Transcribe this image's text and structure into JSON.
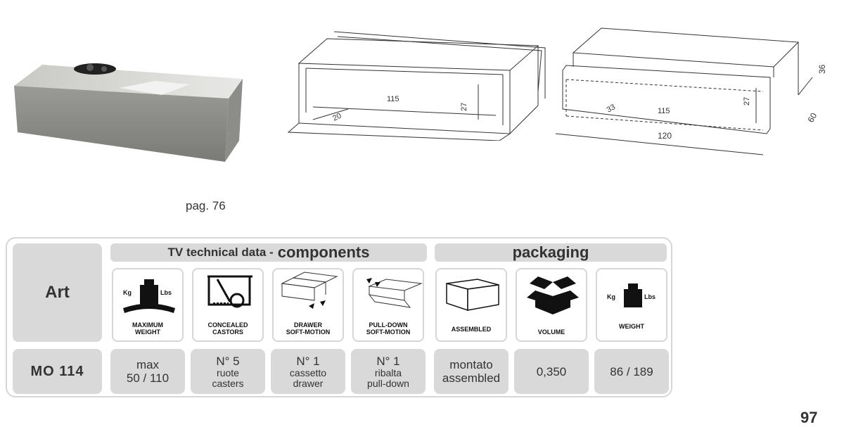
{
  "page_ref": "pag. 76",
  "page_number": "97",
  "dimensions": {
    "left": {
      "width": "115",
      "height": "27",
      "depth": "20"
    },
    "right": {
      "width": "115",
      "height": "27",
      "depth": "33",
      "total_width": "120",
      "total_height": "36",
      "total_depth": "60"
    }
  },
  "table": {
    "art_label": "Art",
    "code": "MO 114",
    "header_components_prefix": "TV technical data - ",
    "header_components": "components",
    "header_packaging": "packaging",
    "icons": [
      {
        "name": "max-weight",
        "line1": "MAXIMUM",
        "line2": "WEIGHT",
        "kg": "Kg",
        "lbs": "Lbs"
      },
      {
        "name": "concealed-castors",
        "line1": "CONCEALED",
        "line2": "CASTORS"
      },
      {
        "name": "drawer-soft-motion",
        "line1": "DRAWER",
        "line2": "SOFT-MOTION"
      },
      {
        "name": "pull-down-soft-motion",
        "line1": "PULL-DOWN",
        "line2": "SOFT-MOTION"
      },
      {
        "name": "assembled",
        "line1": "ASSEMBLED"
      },
      {
        "name": "volume",
        "line1": "VOLUME"
      },
      {
        "name": "weight",
        "line1": "WEIGHT",
        "kg": "Kg",
        "lbs": "Lbs"
      }
    ],
    "values": [
      {
        "line1": "max",
        "line2": "50 / 110"
      },
      {
        "line1": "N° 5",
        "line2": "ruote",
        "line3": "casters"
      },
      {
        "line1": "N° 1",
        "line2": "cassetto",
        "line3": "drawer"
      },
      {
        "line1": "N° 1",
        "line2": "ribalta",
        "line3": "pull-down"
      },
      {
        "line1": "montato",
        "line2": "assembled"
      },
      {
        "line1": "0,350"
      },
      {
        "line1": "86 / 189"
      }
    ]
  }
}
